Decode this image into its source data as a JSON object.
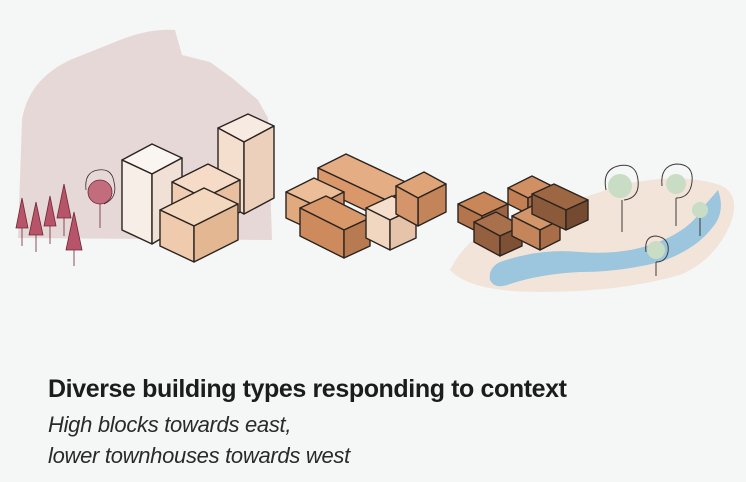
{
  "caption": {
    "title": "Diverse building types responding to context",
    "line1": "High blocks towards east,",
    "line2": "lower townhouses towards west"
  },
  "palette": {
    "background": "#f5f6f6",
    "mountain": "#e7d8d8",
    "ground": "#f3e4da",
    "river": "#9cc6de",
    "outline": "#2b2420",
    "high_blocks": [
      "#f7efea",
      "#f4dcc7",
      "#e9c2a2"
    ],
    "courtyard_block": [
      "#e7b48e",
      "#d89a6c",
      "#c7865a"
    ],
    "townhouses": [
      "#c8875a",
      "#a86d48",
      "#8d5a3b"
    ],
    "red_trees": "#b8546a",
    "green_trees": "#c9dcc4"
  },
  "icons": [
    "mountain-icon",
    "red-tree-icon",
    "green-tree-icon",
    "river-icon",
    "building-block-icon"
  ]
}
